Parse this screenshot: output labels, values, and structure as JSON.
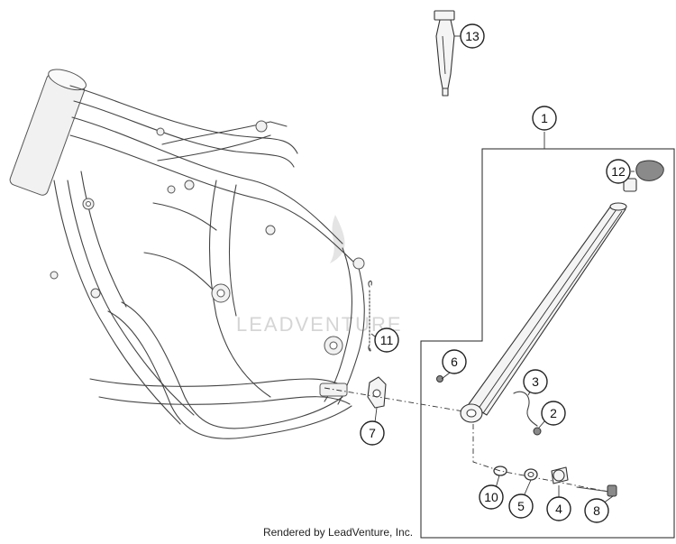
{
  "callouts": [
    {
      "id": "1",
      "label": "1"
    },
    {
      "id": "2",
      "label": "2"
    },
    {
      "id": "3",
      "label": "3"
    },
    {
      "id": "4",
      "label": "4"
    },
    {
      "id": "5",
      "label": "5"
    },
    {
      "id": "6",
      "label": "6"
    },
    {
      "id": "7",
      "label": "7"
    },
    {
      "id": "8",
      "label": "8"
    },
    {
      "id": "10",
      "label": "10"
    },
    {
      "id": "11",
      "label": "11"
    },
    {
      "id": "12",
      "label": "12"
    },
    {
      "id": "13",
      "label": "13"
    }
  ],
  "watermark": "LEADVENTURE",
  "footer": "Rendered by LeadVenture, Inc."
}
